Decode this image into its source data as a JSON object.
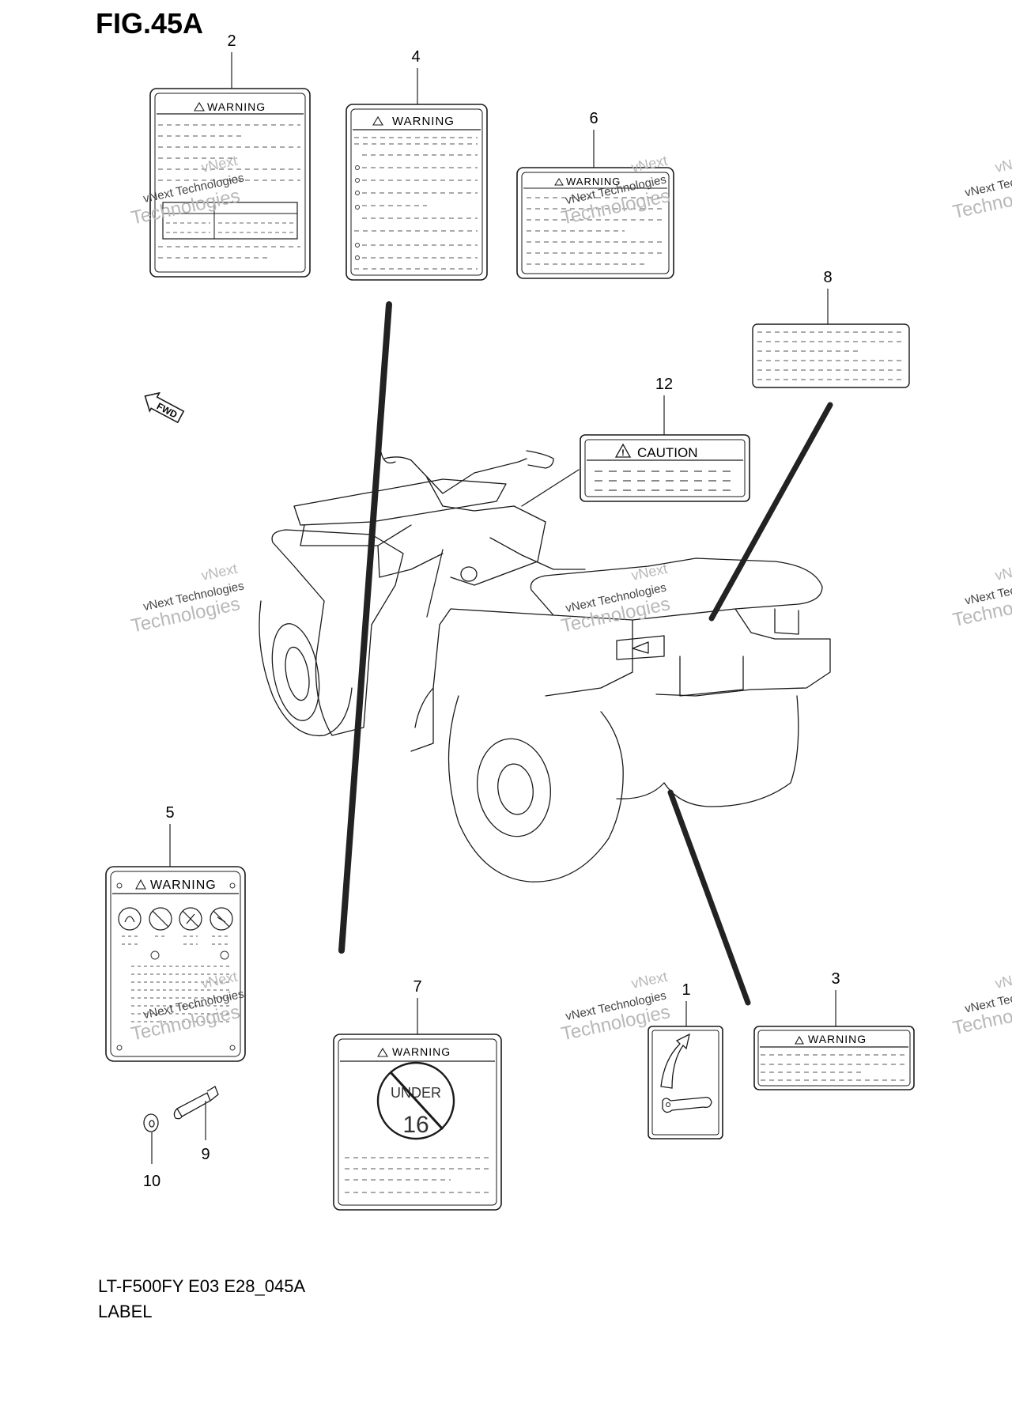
{
  "figure": {
    "title": "FIG.45A",
    "model_code": "LT-F500FY E03 E28_045A",
    "section_name": "LABEL"
  },
  "direction_marker": "FWD",
  "callouts": {
    "c1": "1",
    "c2": "2",
    "c3": "3",
    "c4": "4",
    "c5": "5",
    "c6": "6",
    "c7": "7",
    "c8": "8",
    "c9": "9",
    "c10": "10",
    "c12": "12"
  },
  "labels": {
    "warning_text": "WARNING",
    "caution_text": "CAUTION",
    "under16_top": "UNDER",
    "under16_bottom": "16"
  },
  "watermark": {
    "line1": "vNext",
    "line2": "vNext Technologies",
    "line3": "Technologies"
  },
  "colors": {
    "line": "#1a1a1a",
    "leader": "#222222",
    "watermark": "#b8b8b8"
  }
}
